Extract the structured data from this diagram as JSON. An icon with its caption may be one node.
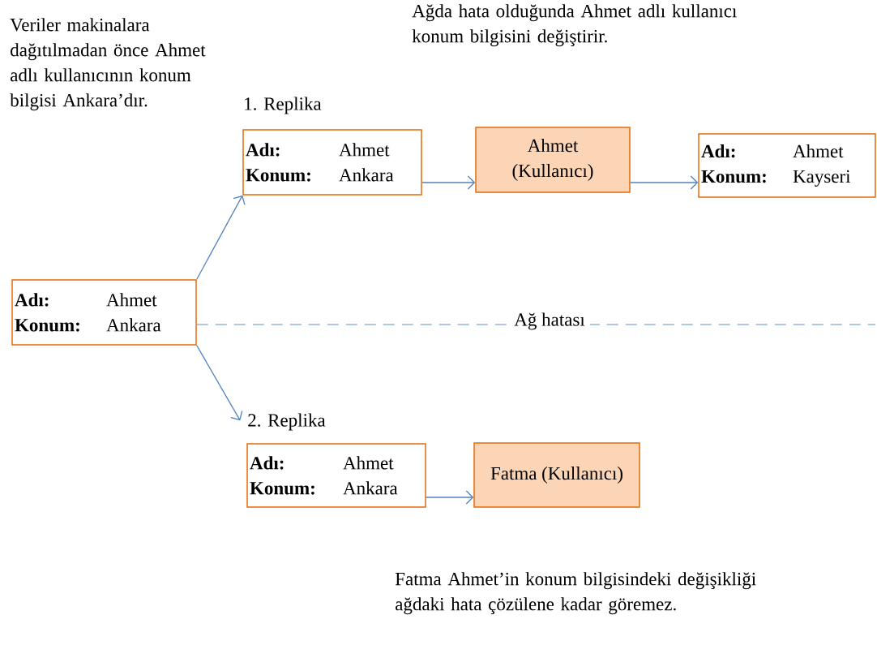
{
  "diagram": {
    "nodes": [
      {
        "text": [
          "Adı:",
          "Ahmet",
          "Konum:",
          "Ankara"
        ]
      },
      {
        "text": [
          "1. Replika",
          "Adı:",
          "Ahmet",
          "Konum:",
          "Ankara"
        ]
      },
      {
        "text": [
          "Ahmet (Kullanıcı)"
        ]
      },
      {
        "text": [
          "Adı:",
          "Ahmet",
          "Konum:",
          "Kayseri"
        ]
      },
      {
        "text": [
          "2. Replika",
          "Adı:",
          "Ahmet",
          "Konum:",
          "Ankara"
        ]
      },
      {
        "text": [
          "Fatma (Kullanıcı)"
        ]
      }
    ],
    "edges": [
      {
        "from": 0,
        "to": 1,
        "arrow": "to"
      },
      {
        "from": 0,
        "to": 4,
        "arrow": "to"
      },
      {
        "from": 1,
        "to": 2,
        "arrow": "to"
      },
      {
        "from": 2,
        "to": 3,
        "arrow": "to"
      },
      {
        "from": 4,
        "to": 5,
        "arrow": "to"
      },
      {
        "from": 0,
        "to": null,
        "arrow": "none",
        "style": "dashed",
        "color": "#95b3d7",
        "label": "Ağ hatası"
      }
    ],
    "labels": [
      "Veriler makinalara dağıtılmadan önce Ahmet adlı kullanıcının konum bilgisi Ankara’dır.",
      "Ağda hata olduğunda Ahmet adlı kullanıcı konum bilgisini değiştirir.",
      "Fatma Ahmet’in konum bilgisindeki değişikliği ağdaki hata çözülene kadar göremez."
    ]
  }
}
